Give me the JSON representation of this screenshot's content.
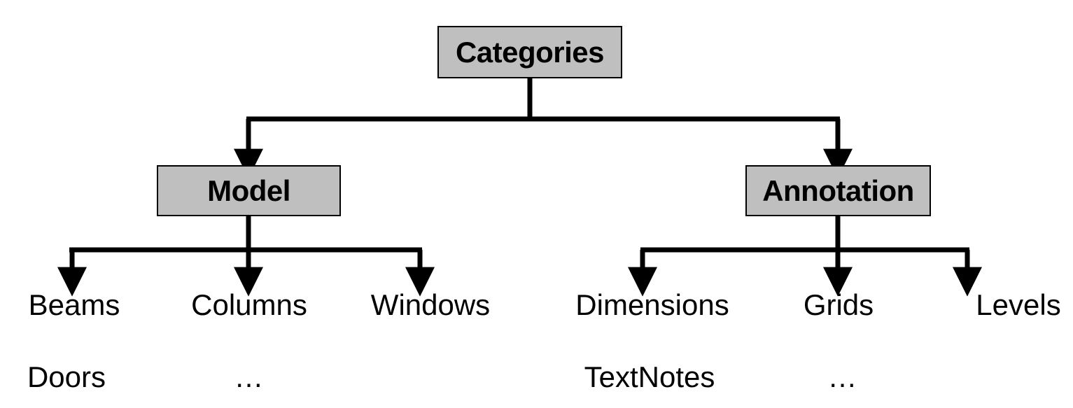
{
  "diagram": {
    "type": "hierarchy-tree",
    "title": "Categories",
    "background_color": "#ffffff",
    "box_fill_color": "#bfbfbf",
    "box_border_color": "#000000",
    "connector_color": "#000000",
    "root": {
      "label": "Categories",
      "id": "categories"
    },
    "branches": [
      {
        "id": "model",
        "label": "Model",
        "leaves_row_1": [
          {
            "label": "Beams",
            "id": "beams"
          },
          {
            "label": "Columns",
            "id": "columns"
          },
          {
            "label": "Windows",
            "id": "windows"
          }
        ],
        "leaves_row_2": [
          {
            "label": "Doors",
            "id": "doors"
          },
          {
            "label": "…",
            "id": "model-ellipsis"
          }
        ]
      },
      {
        "id": "annotation",
        "label": "Annotation",
        "leaves_row_1": [
          {
            "label": "Dimensions",
            "id": "dimensions"
          },
          {
            "label": "Grids",
            "id": "grids"
          },
          {
            "label": "Levels",
            "id": "levels"
          }
        ],
        "leaves_row_2": [
          {
            "label": "TextNotes",
            "id": "textnotes"
          },
          {
            "label": "…",
            "id": "annotation-ellipsis"
          }
        ]
      }
    ]
  }
}
